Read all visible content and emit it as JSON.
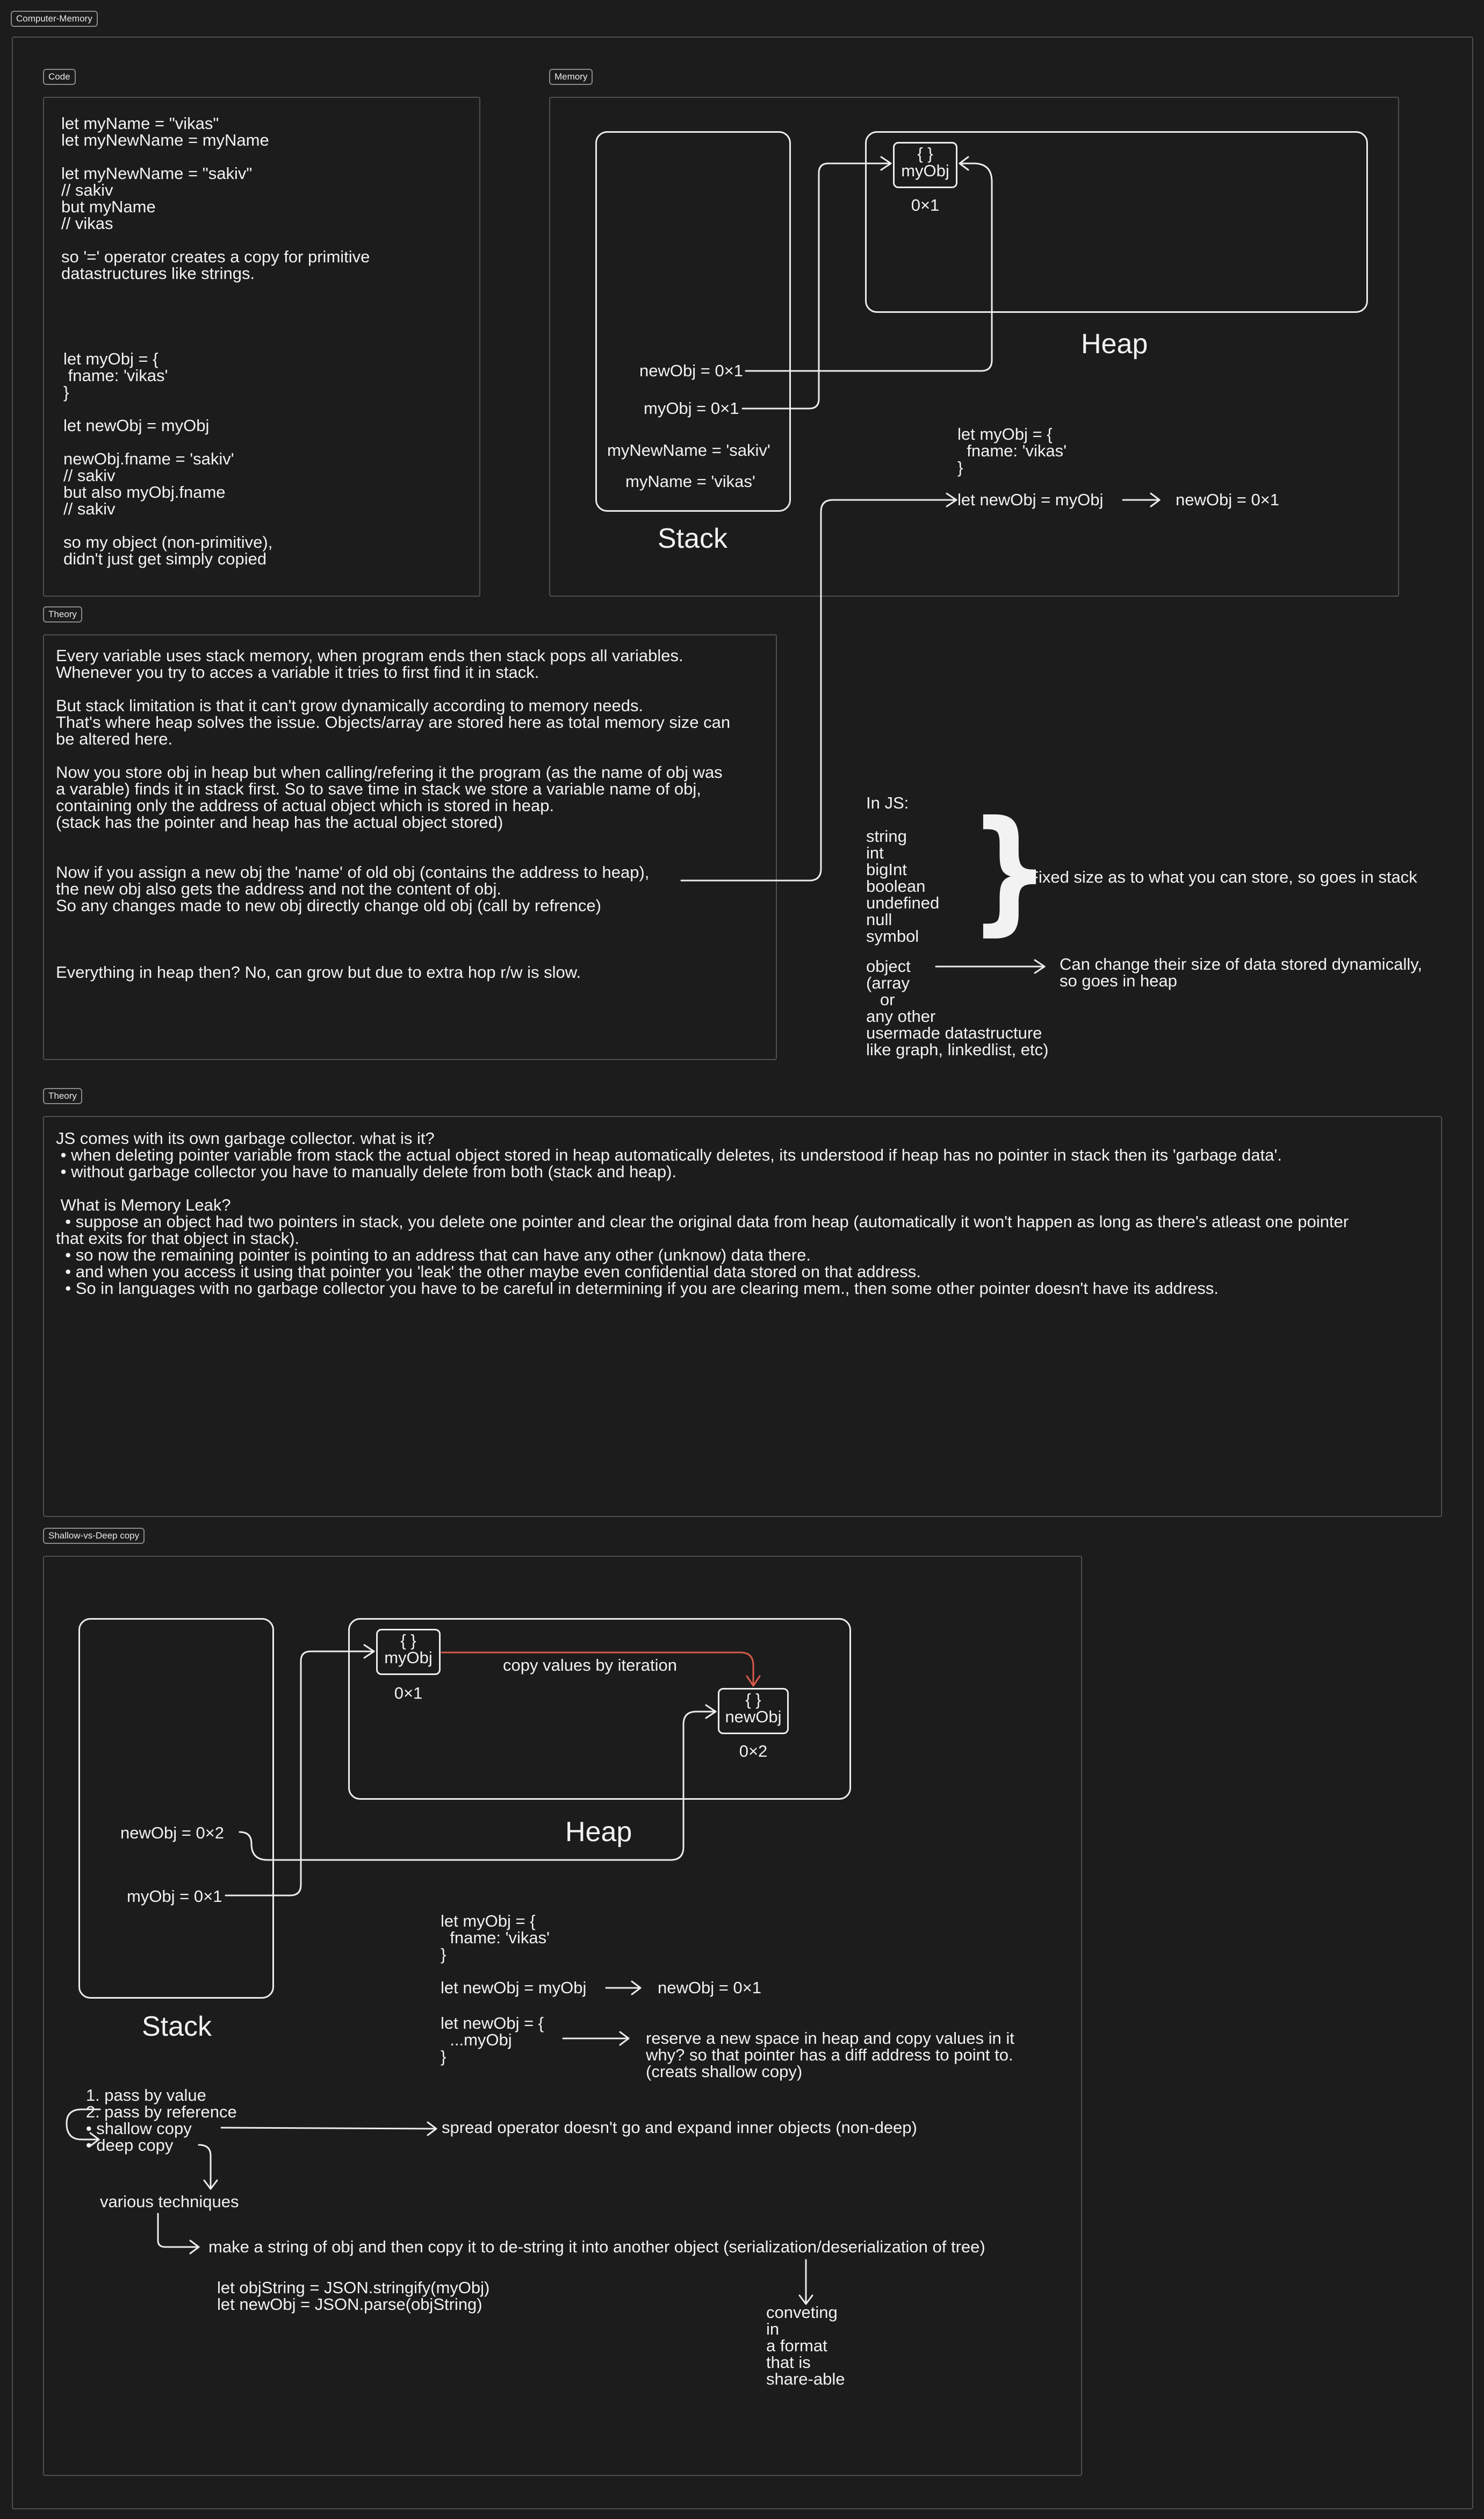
{
  "frames": {
    "outer": "Computer-Memory",
    "code": "Code",
    "memory": "Memory",
    "theory1": "Theory",
    "theory2": "Theory",
    "shallow_deep": "Shallow-vs-Deep copy"
  },
  "code": {
    "primitive": "let myName = \"vikas\"\nlet myNewName = myName\n\nlet myNewName = \"sakiv\"\n// sakiv\nbut myName\n// vikas\n\nso '=' operator creates a copy for primitive\ndatastructures like strings.",
    "object": "let myObj = {\n fname: 'vikas'\n}\n\nlet newObj = myObj\n\nnewObj.fname = 'sakiv'\n// sakiv\nbut also myObj.fname\n// sakiv\n\nso my object (non-primitive),\ndidn't just get simply copied"
  },
  "memory": {
    "heap_label": "Heap",
    "stack_label": "Stack",
    "obj_brace": "{ }",
    "obj_name": "myObj",
    "obj_addr": "0×1",
    "stack_newobj": "newObj = 0×1",
    "stack_myobj": "myObj = 0×1",
    "stack_mynewname": "myNewName = 'sakiv'",
    "stack_myname": "myName = 'vikas'",
    "snippet": "let myObj = {\n  fname: 'vikas'\n}",
    "assign": "let newObj = myObj",
    "result": "newObj = 0×1"
  },
  "theory1": {
    "text": "Every variable uses stack memory, when program ends then stack pops all variables.\nWhenever you try to acces a variable it tries to first find it in stack.\n\nBut stack limitation is that it can't grow dynamically according to memory needs.\nThat's where heap solves the issue. Objects/array are stored here as total memory size can\nbe altered here.\n\nNow you store obj in heap but when calling/refering it the program (as the name of obj was\na varable) finds it in stack first. So to save time in stack we store a variable name of obj,\ncontaining only the address of actual object which is stored in heap.\n(stack has the pointer and heap has the actual object stored)\n\n\nNow if you assign a new obj the 'name' of old obj (contains the address to heap),\nthe new obj also gets the address and not the content of obj.\nSo any changes made to new obj directly change old obj (call by refrence)\n\n\n\nEverything in heap then? No, can grow but due to extra hop r/w is slow."
  },
  "js_types": {
    "heading": "In JS:",
    "primitives": "string\nint\nbigInt\nboolean\nundefined\nnull\nsymbol",
    "brace": "}",
    "primitives_note": "Fixed size as to what you can store, so goes in stack",
    "objects": "object\n(array\n   or\nany other\nusermade datastructure\nlike graph, linkedlist, etc)",
    "objects_note": "Can change their size of data stored dynamically,\nso goes in heap"
  },
  "theory2": {
    "text": "JS comes with its own garbage collector. what is it?\n • when deleting pointer variable from stack the actual object stored in heap automatically deletes, its understood if heap has no pointer in stack then its 'garbage data'.\n • without garbage collector you have to manually delete from both (stack and heap).\n\n What is Memory Leak?\n  • suppose an object had two pointers in stack, you delete one pointer and clear the original data from heap (automatically it won't happen as long as there's atleast one pointer\nthat exits for that object in stack).\n  • so now the remaining pointer is pointing to an address that can have any other (unknow) data there.\n  • and when you access it using that pointer you 'leak' the other maybe even confidential data stored on that address.\n  • So in languages with no garbage collector you have to be careful in determining if you are clearing mem., then some other pointer doesn't have its address."
  },
  "shallow": {
    "heap_label": "Heap",
    "stack_label": "Stack",
    "obj1_brace": "{ }",
    "obj1_name": "myObj",
    "obj1_addr": "0×1",
    "obj2_brace": "{ }",
    "obj2_name": "newObj",
    "obj2_addr": "0×2",
    "copy_label": "copy values by iteration",
    "stack_newobj": "newObj = 0×2",
    "stack_myobj": "myObj = 0×1",
    "snippet1": "let myObj = {\n  fname: 'vikas'\n}",
    "assign": "let newObj = myObj",
    "assign_result": "newObj = 0×1",
    "spread": "let newObj = {\n  ...myObj\n}",
    "spread_note": "reserve a new space in heap and copy values in it\nwhy? so that pointer has a diff address to point to.\n(creats shallow copy)",
    "list": "   1. pass by value\n   2. pass by reference\n   • shallow copy\n   • deep copy",
    "spread_limit": "spread operator doesn't go and expand inner objects (non-deep)",
    "techniques": "various techniques",
    "serialize": "make a string of obj and then copy it to de-string it into another object (serialization/deserialization of tree)",
    "json_code": "let objString = JSON.stringify(myObj)\nlet newObj = JSON.parse(objString)",
    "converting": "conveting\nin\na format\nthat is\nshare-able"
  }
}
